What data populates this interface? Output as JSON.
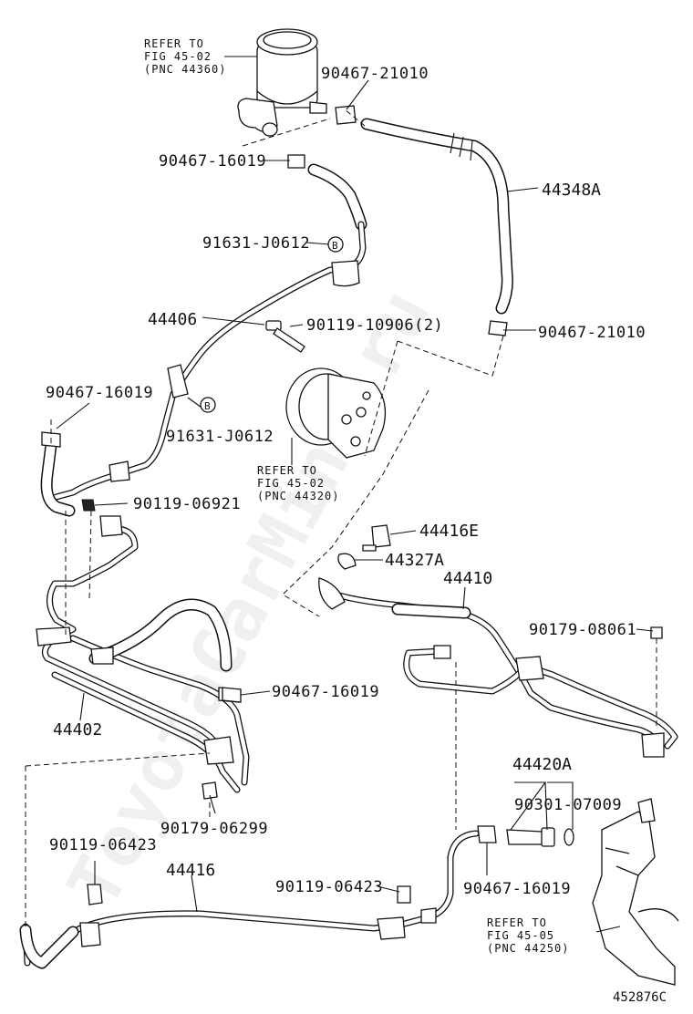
{
  "diagram": {
    "id_label": "452876C",
    "watermark": "ToyotaCarMine.ru",
    "refs": [
      {
        "line1": "REFER TO",
        "line2": "FIG 45-02",
        "line3": "(PNC 44360)"
      },
      {
        "line1": "REFER TO",
        "line2": "FIG 45-02",
        "line3": "(PNC 44320)"
      },
      {
        "line1": "REFER TO",
        "line2": "FIG 45-05",
        "line3": "(PNC 44250)"
      }
    ],
    "labels": [
      "90467-21010",
      "90467-16019",
      "44348A",
      "91631-J0612",
      "44406",
      "90119-10906(2)",
      "90467-21010",
      "90467-16019",
      "91631-J0612",
      "90119-06921",
      "44416E",
      "44327A",
      "44410",
      "90179-08061",
      "90467-16019",
      "44402",
      "44420A",
      "90301-07009",
      "90179-06299",
      "90119-06423",
      "44416",
      "90119-06423",
      "90467-16019"
    ],
    "marker_letter": "B"
  }
}
